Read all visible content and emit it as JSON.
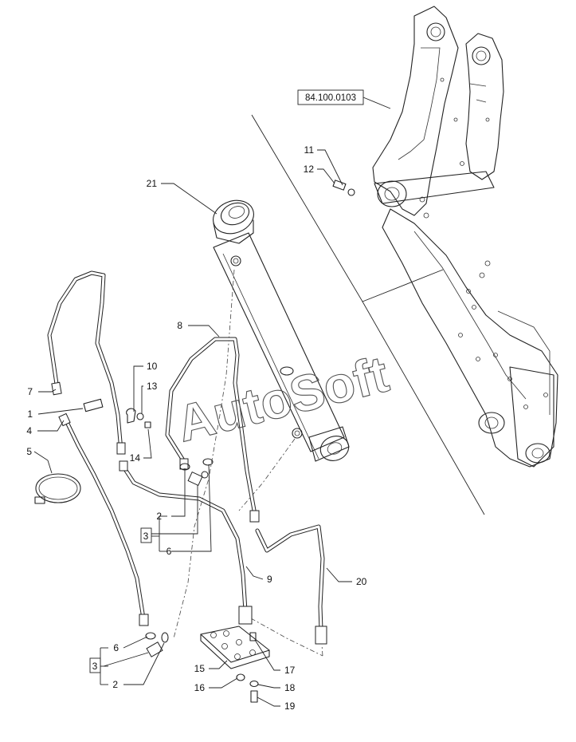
{
  "reference_label": "84.100.0103",
  "watermark": "AutoSoft",
  "callouts": {
    "c1": "1",
    "c2a": "2",
    "c2b": "2",
    "c3a": "3",
    "c3b": "3",
    "c4": "4",
    "c5": "5",
    "c6a": "6",
    "c6b": "6",
    "c7": "7",
    "c8": "8",
    "c9": "9",
    "c10": "10",
    "c11": "11",
    "c12": "12",
    "c13": "13",
    "c14": "14",
    "c15": "15",
    "c16": "16",
    "c17": "17",
    "c18": "18",
    "c19": "19",
    "c20": "20",
    "c21": "21"
  }
}
